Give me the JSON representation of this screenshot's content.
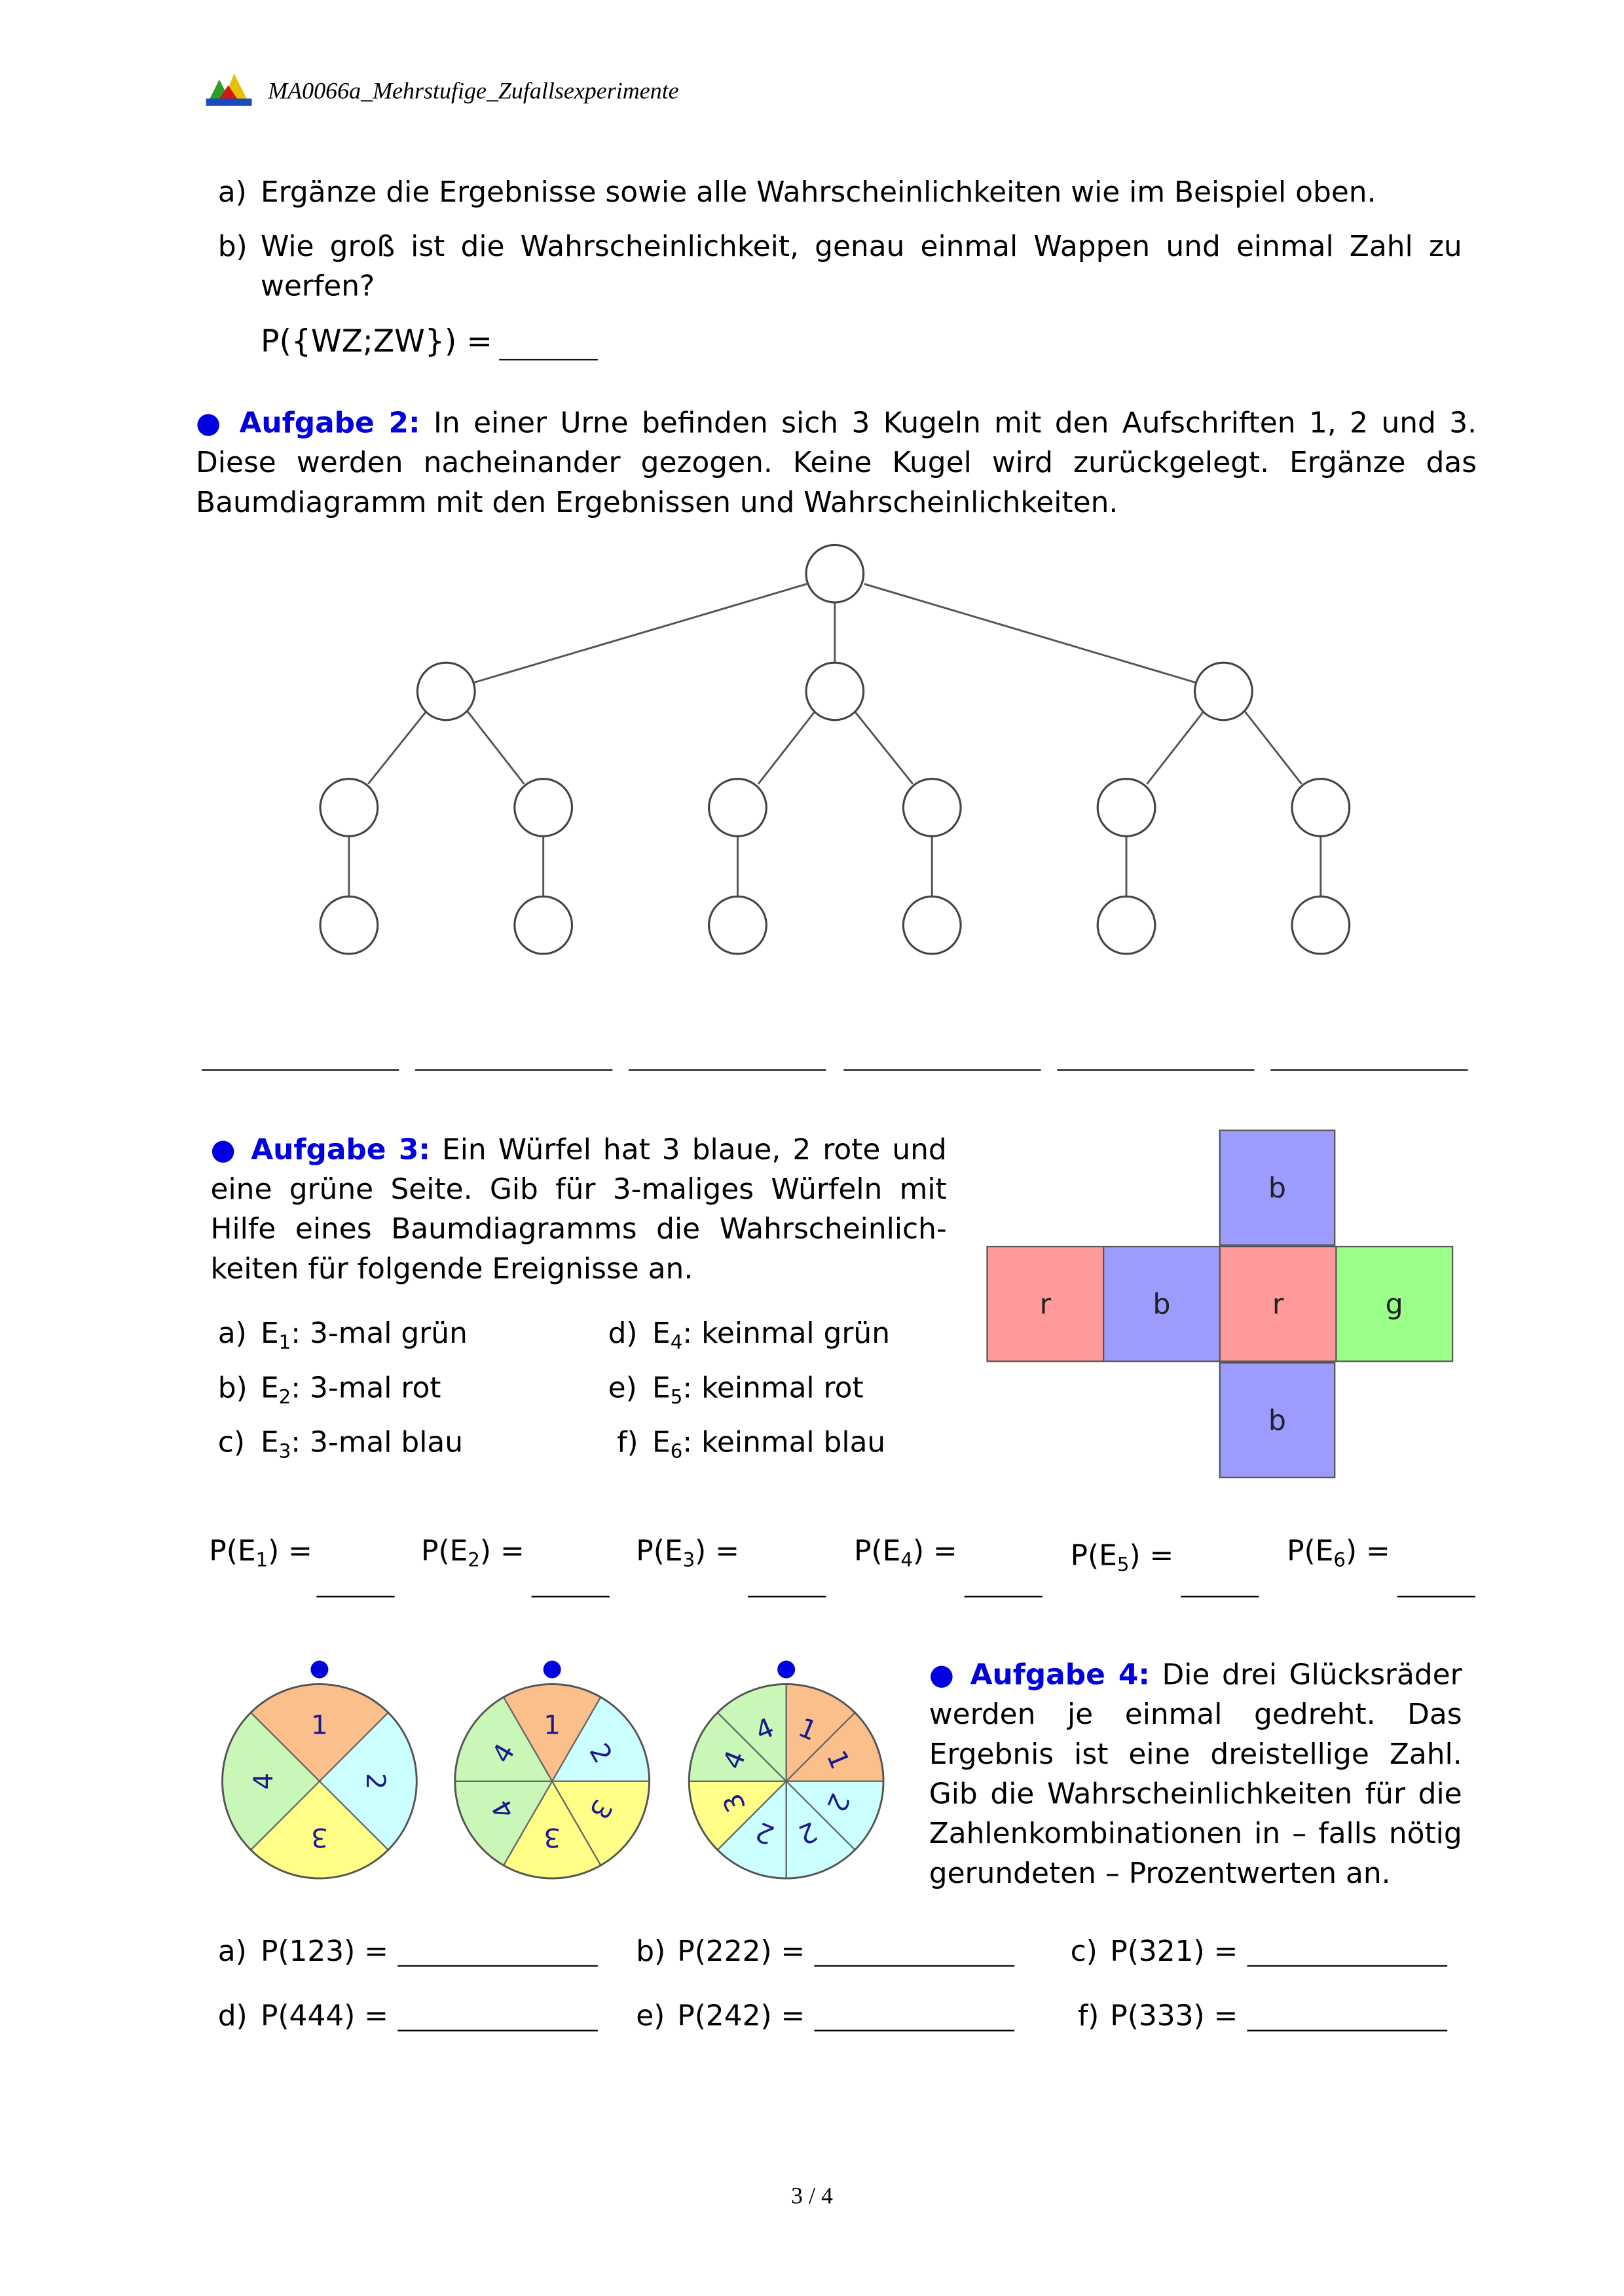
{
  "header": {
    "file_name": "MA0066a_Mehrstufige_Zufallsexperimente"
  },
  "task1": {
    "a_marker": "a)",
    "a_text": "Ergänze die Ergebnisse sowie alle Wahrscheinlichkeiten wie im Beispiel oben.",
    "b_marker": "b)",
    "b_line1": "Wie groß ist die Wahrscheinlichkeit, genau einmal Wappen und einmal Zahl zu",
    "b_line2": "werfen?",
    "formula": "P({WZ;ZW}) ="
  },
  "task2": {
    "title": "● Aufgabe 2:",
    "text": "In einer Urne befinden sich 3 Kugeln mit den Aufschriften 1, 2 und 3. Diese werden nacheinander gezogen. Keine Kugel wird zurückgelegt. Ergänze das Baumdiagramm mit den Ergebnissen und Wahrscheinlichkeiten."
  },
  "task3": {
    "title": "● Aufgabe 3:",
    "text": "Ein Würfel hat 3 blaue, 2 rote und eine grüne Seite. Gib für 3-maliges Würfeln mit Hilfe eines Baumdiagramms die Wahrscheinlich-keiten für folgende Ereignisse an.",
    "events": [
      {
        "marker": "a)",
        "e": "E",
        "sub": "1",
        "desc": ": 3-mal grün"
      },
      {
        "marker": "b)",
        "e": "E",
        "sub": "2",
        "desc": ": 3-mal rot"
      },
      {
        "marker": "c)",
        "e": "E",
        "sub": "3",
        "desc": ": 3-mal blau"
      },
      {
        "marker": "d)",
        "e": "E",
        "sub": "4",
        "desc": ": keinmal grün"
      },
      {
        "marker": "e)",
        "e": "E",
        "sub": "5",
        "desc": ": keinmal rot"
      },
      {
        "marker": "f)",
        "e": "E",
        "sub": "6",
        "desc": ": keinmal blau"
      }
    ],
    "net_faces": [
      "b",
      "r",
      "b",
      "r",
      "g",
      "b"
    ],
    "colors": {
      "blue": "#9c9cff",
      "red": "#ff9a9a",
      "green": "#99ff88"
    },
    "probs": [
      {
        "pre": "P(E",
        "sub": "1",
        "post": ") ="
      },
      {
        "pre": "P(E",
        "sub": "2",
        "post": ") ="
      },
      {
        "pre": "P(E",
        "sub": "3",
        "post": ") ="
      },
      {
        "pre": "P(E",
        "sub": "4",
        "post": ") ="
      },
      {
        "pre": "P(E",
        "sub": "5",
        "post": ") ="
      },
      {
        "pre": "P(E",
        "sub": "6",
        "post": ") ="
      }
    ]
  },
  "task4": {
    "title": "● Aufgabe 4:",
    "text": "Die drei Glücksräder werden je einmal gedreht. Das Ergebnis ist eine dreistellige Zahl. Gib die Wahrscheinlichkeiten für die Zahlenkombinationen in – falls nötig gerundeten – Prozentwerten an.",
    "wheels": [
      {
        "sectors": [
          "1",
          "2",
          "3",
          "4"
        ]
      },
      {
        "sectors": [
          "1",
          "2",
          "3",
          "3",
          "4",
          "4"
        ]
      },
      {
        "sectors": [
          "1",
          "1",
          "2",
          "2",
          "2",
          "3",
          "4",
          "4"
        ]
      }
    ],
    "colors": {
      "1": "#fbbf8c",
      "2": "#ccffff",
      "3": "#ffff88",
      "4": "#c8f7b8"
    },
    "questions": [
      {
        "marker": "a)",
        "expr": "P(123) ="
      },
      {
        "marker": "b)",
        "expr": "P(222) ="
      },
      {
        "marker": "c)",
        "expr": "P(321) ="
      },
      {
        "marker": "d)",
        "expr": "P(444) ="
      },
      {
        "marker": "e)",
        "expr": "P(242) ="
      },
      {
        "marker": "f)",
        "expr": "P(333) ="
      }
    ]
  },
  "footer": {
    "page": "3 / 4"
  }
}
